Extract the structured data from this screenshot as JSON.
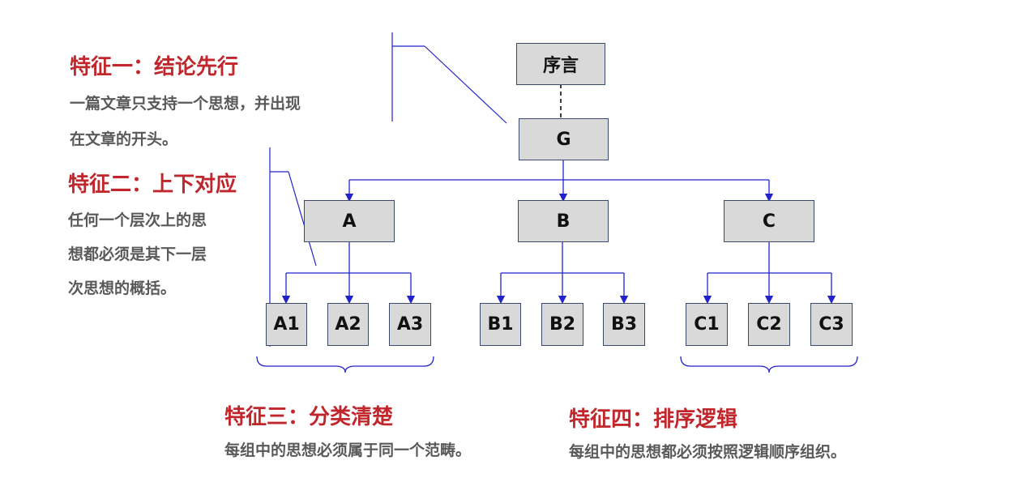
{
  "features": {
    "f1": {
      "title": "特征一：结论先行",
      "desc": [
        "一篇文章只支持一个思想，并出现",
        "在文章的开头。"
      ]
    },
    "f2": {
      "title": "特征二：上下对应",
      "desc": [
        "任何一个层次上的思",
        "想都必须是其下一层",
        "次思想的概括。"
      ]
    },
    "f3": {
      "title": "特征三：分类清楚",
      "desc": [
        "每组中的思想必须属于同一个范畴。"
      ]
    },
    "f4": {
      "title": "特征四：排序逻辑",
      "desc": [
        "每组中的思想都必须按照逻辑顺序组织。"
      ]
    }
  },
  "nodes": {
    "preface": "序言",
    "g": "G",
    "a": "A",
    "b": "B",
    "c": "C",
    "a1": "A1",
    "a2": "A2",
    "a3": "A3",
    "b1": "B1",
    "b2": "B2",
    "b3": "B3",
    "c1": "C1",
    "c2": "C2",
    "c3": "C3"
  },
  "colors": {
    "heading": "#c0262b",
    "line": "#2222cc",
    "node_fill": "#d9d9d9"
  }
}
